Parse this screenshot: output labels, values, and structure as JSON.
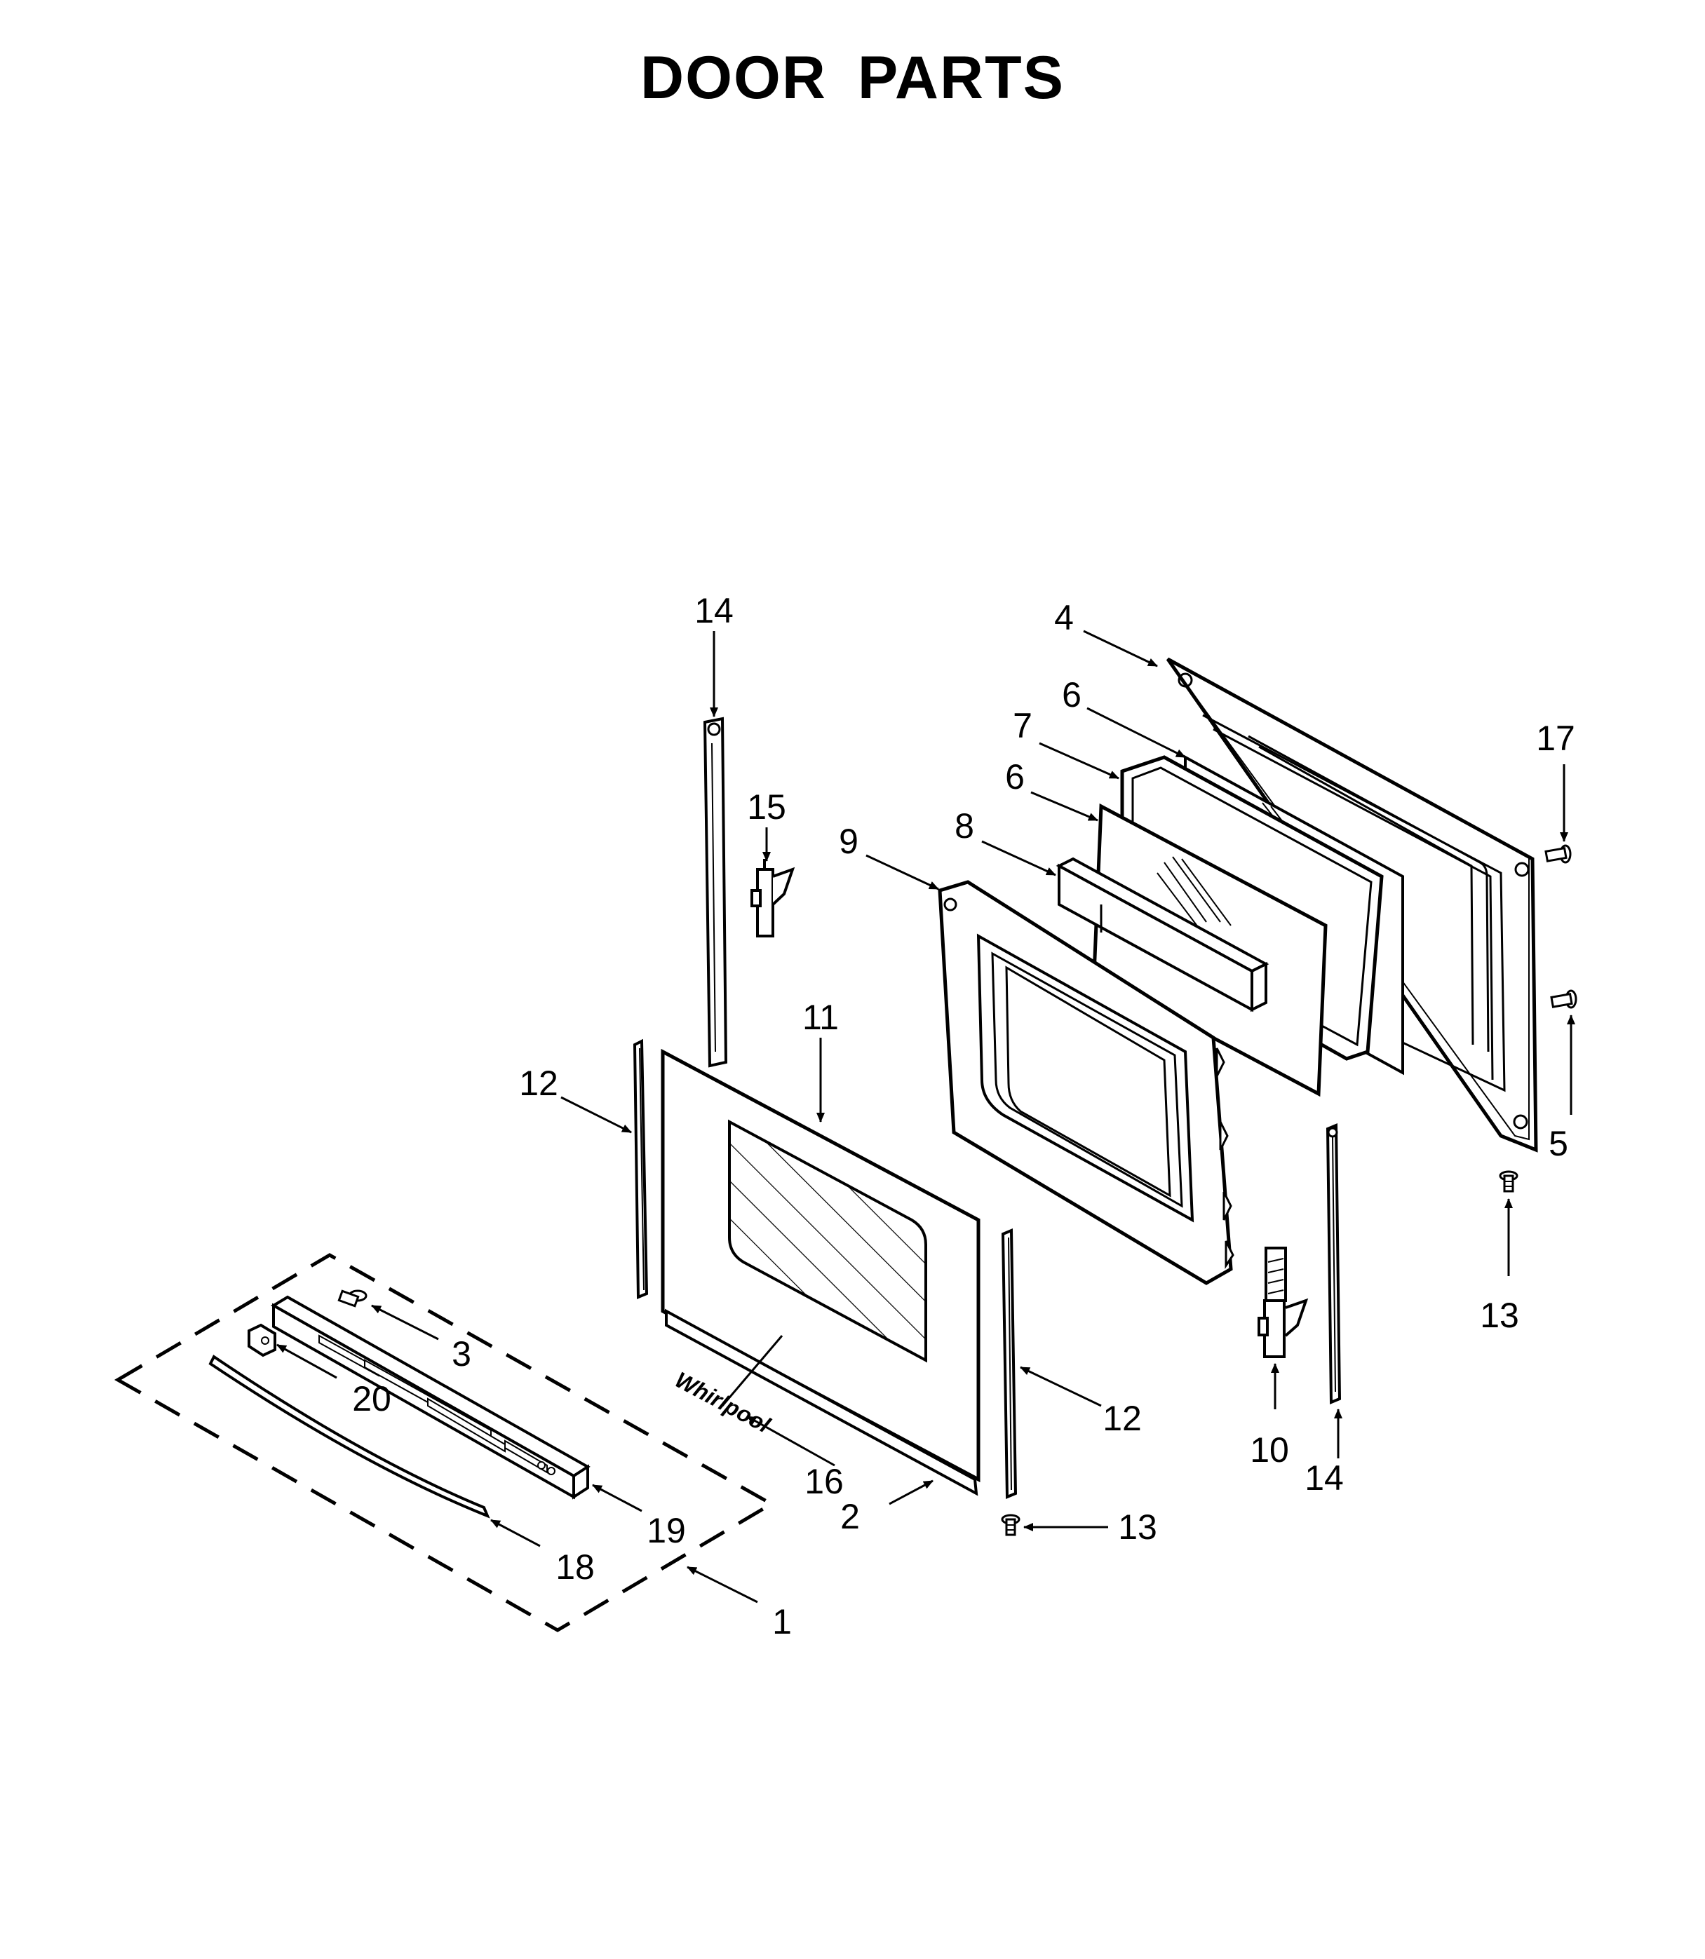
{
  "title": "DOOR PARTS",
  "callouts": {
    "c1": "1",
    "c2": "2",
    "c3": "3",
    "c4": "4",
    "c5": "5",
    "c6a": "6",
    "c6b": "6",
    "c7": "7",
    "c8": "8",
    "c9": "9",
    "c10": "10",
    "c11": "11",
    "c12a": "12",
    "c12b": "12",
    "c13a": "13",
    "c13b": "13",
    "c14a": "14",
    "c14b": "14",
    "c15": "15",
    "c16": "16",
    "c17": "17",
    "c18": "18",
    "c19": "19",
    "c20": "20"
  },
  "logo_text": "Whirlpool",
  "colors": {
    "line": "#000000",
    "background": "#ffffff"
  }
}
